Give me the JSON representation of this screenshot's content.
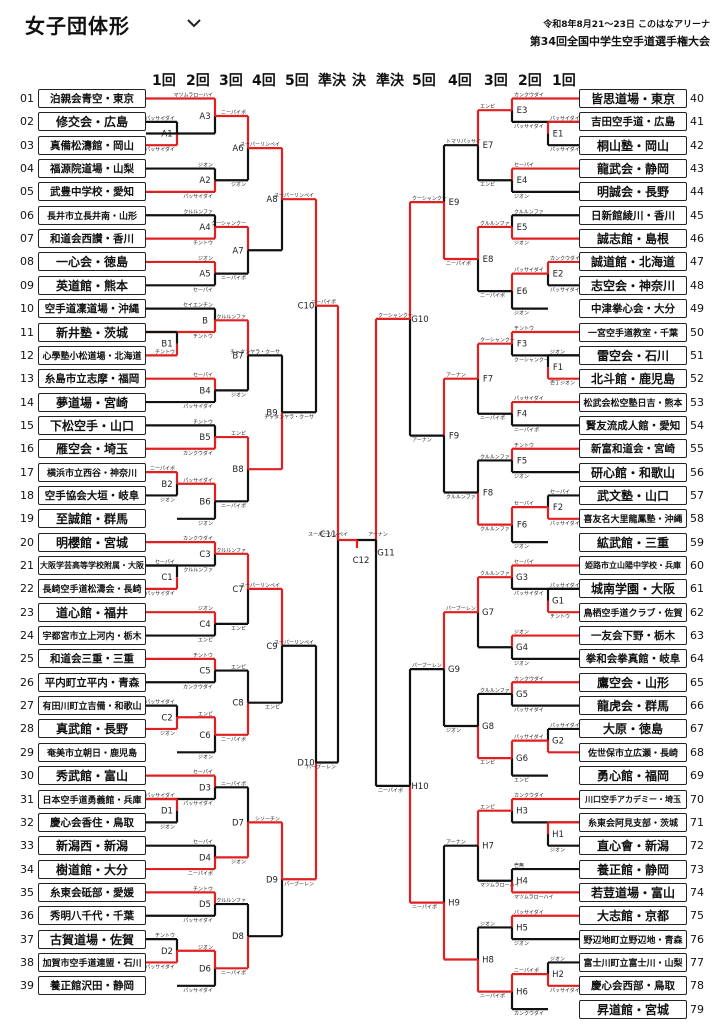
{
  "header": {
    "title": "女子団体形",
    "date": "令和8年8月21〜23日 このはなアリーナ",
    "event": "第34回全国中学生空手道選手権大会",
    "dropdown_icon": "chevron-down-icon"
  },
  "round_labels": {
    "left": [
      "1回",
      "2回",
      "3回",
      "4回",
      "5回",
      "準決"
    ],
    "center": "決",
    "right": [
      "準決",
      "5回",
      "4回",
      "3回",
      "2回",
      "1回"
    ]
  },
  "colors": {
    "win": "#e02020",
    "lose": "#111111"
  },
  "left_teams": [
    {
      "seed": "01",
      "name": "泊親会青空・東京"
    },
    {
      "seed": "02",
      "name": "修交会・広島"
    },
    {
      "seed": "03",
      "name": "真備松濤館・岡山"
    },
    {
      "seed": "04",
      "name": "福源院道場・山梨"
    },
    {
      "seed": "05",
      "name": "武豊中学校・愛知"
    },
    {
      "seed": "06",
      "name": "長井市立長井南・山形"
    },
    {
      "seed": "07",
      "name": "和道会西讃・香川"
    },
    {
      "seed": "08",
      "name": "一心会・徳島"
    },
    {
      "seed": "09",
      "name": "英道館・熊本"
    },
    {
      "seed": "10",
      "name": "空手道凜道場・沖縄"
    },
    {
      "seed": "11",
      "name": "新井塾・茨城"
    },
    {
      "seed": "12",
      "name": "心學塾小松道場・北海道"
    },
    {
      "seed": "13",
      "name": "糸島市立志摩・福岡"
    },
    {
      "seed": "14",
      "name": "夢道場・宮崎"
    },
    {
      "seed": "15",
      "name": "下松空手・山口"
    },
    {
      "seed": "16",
      "name": "雁空会・埼玉"
    },
    {
      "seed": "17",
      "name": "横浜市立西谷・神奈川"
    },
    {
      "seed": "18",
      "name": "空手協会大垣・岐阜"
    },
    {
      "seed": "19",
      "name": "至誠館・群馬"
    },
    {
      "seed": "20",
      "name": "明櫻館・宮城"
    },
    {
      "seed": "21",
      "name": "大阪学芸高等学校附属・大阪"
    },
    {
      "seed": "22",
      "name": "長崎空手道松濤会・長崎"
    },
    {
      "seed": "23",
      "name": "道心館・福井"
    },
    {
      "seed": "24",
      "name": "宇都宮市立上河内・栃木"
    },
    {
      "seed": "25",
      "name": "和道会三重・三重"
    },
    {
      "seed": "26",
      "name": "平内町立平内・青森"
    },
    {
      "seed": "27",
      "name": "有田川町立吉備・和歌山"
    },
    {
      "seed": "28",
      "name": "真武館・長野"
    },
    {
      "seed": "29",
      "name": "奄美市立朝日・鹿児島"
    },
    {
      "seed": "30",
      "name": "秀武館・富山"
    },
    {
      "seed": "31",
      "name": "日本空手道勇義館・兵庫"
    },
    {
      "seed": "32",
      "name": "慶心会香住・鳥取"
    },
    {
      "seed": "33",
      "name": "新潟西・新潟"
    },
    {
      "seed": "34",
      "name": "樹道館・大分"
    },
    {
      "seed": "35",
      "name": "糸東会砥部・愛媛"
    },
    {
      "seed": "36",
      "name": "秀明八千代・千葉"
    },
    {
      "seed": "37",
      "name": "古賀道場・佐賀"
    },
    {
      "seed": "38",
      "name": "加賀市空手道連盟・石川"
    },
    {
      "seed": "39",
      "name": "養正館沢田・静岡"
    }
  ],
  "right_teams": [
    {
      "seed": "40",
      "name": "皆思道場・東京"
    },
    {
      "seed": "41",
      "name": "吉田空手道・広島"
    },
    {
      "seed": "42",
      "name": "桐山塾・岡山"
    },
    {
      "seed": "43",
      "name": "龍武会・静岡"
    },
    {
      "seed": "44",
      "name": "明誠会・長野"
    },
    {
      "seed": "45",
      "name": "日新館綾川・香川"
    },
    {
      "seed": "46",
      "name": "誠志館・島根"
    },
    {
      "seed": "47",
      "name": "誠道館・北海道"
    },
    {
      "seed": "48",
      "name": "志空会・神奈川"
    },
    {
      "seed": "49",
      "name": "中津拳心会・大分"
    },
    {
      "seed": "50",
      "name": "一宮空手道教室・千葉"
    },
    {
      "seed": "51",
      "name": "雷空会・石川"
    },
    {
      "seed": "52",
      "name": "北斗館・鹿児島"
    },
    {
      "seed": "53",
      "name": "松武会松空塾日吉・熊本"
    },
    {
      "seed": "54",
      "name": "賢友流成人館・愛知"
    },
    {
      "seed": "55",
      "name": "新富和道会・宮崎"
    },
    {
      "seed": "56",
      "name": "研心館・和歌山"
    },
    {
      "seed": "57",
      "name": "武文塾・山口"
    },
    {
      "seed": "58",
      "name": "喜友名大里龍鳳塾・沖縄"
    },
    {
      "seed": "59",
      "name": "絋武館・三重"
    },
    {
      "seed": "60",
      "name": "姫路市立山陽中学校・兵庫"
    },
    {
      "seed": "61",
      "name": "城南学園・大阪"
    },
    {
      "seed": "62",
      "name": "鳥栖空手道クラブ・佐賀"
    },
    {
      "seed": "63",
      "name": "一友会下野・栃木"
    },
    {
      "seed": "64",
      "name": "拳和会拳真館・岐阜"
    },
    {
      "seed": "65",
      "name": "鷹空会・山形"
    },
    {
      "seed": "66",
      "name": "龍虎会・群馬"
    },
    {
      "seed": "67",
      "name": "大原・徳島"
    },
    {
      "seed": "68",
      "name": "佐世保市立広瀬・長崎"
    },
    {
      "seed": "69",
      "name": "勇心館・福岡"
    },
    {
      "seed": "70",
      "name": "川口空手アカデミー・埼玉"
    },
    {
      "seed": "71",
      "name": "糸東会阿見支部・茨城"
    },
    {
      "seed": "72",
      "name": "直心會・新潟"
    },
    {
      "seed": "73",
      "name": "養正館・静岡"
    },
    {
      "seed": "74",
      "name": "若荳道場・富山"
    },
    {
      "seed": "75",
      "name": "大志館・京都"
    },
    {
      "seed": "76",
      "name": "野辺地町立野辺地・青森"
    },
    {
      "seed": "77",
      "name": "富士川町立富士川・山梨"
    },
    {
      "seed": "78",
      "name": "慶心会西部・鳥取"
    },
    {
      "seed": "79",
      "name": "昇道館・宮城"
    }
  ],
  "node_labels": {
    "A": [
      "A1",
      "A2",
      "A3",
      "A4",
      "A5",
      "A6",
      "A7",
      "A8"
    ],
    "B": [
      "B",
      "B1",
      "B4",
      "B5",
      "B2",
      "B6",
      "B7",
      "B8",
      "B9"
    ],
    "C": [
      "C1",
      "C3",
      "C4",
      "C5",
      "C7",
      "C6",
      "C8",
      "C9",
      "C10",
      "C11",
      "C12"
    ],
    "D": [
      "D1",
      "D3",
      "D4",
      "D5",
      "D2",
      "D6",
      "D7",
      "D8",
      "D9",
      "D10"
    ],
    "E": [
      "E1",
      "E3",
      "E4",
      "E5",
      "E2",
      "E6",
      "E7",
      "E8",
      "E9"
    ],
    "F": [
      "F1",
      "F3",
      "F4",
      "F5",
      "F2",
      "F6",
      "F7",
      "F8",
      "F9"
    ],
    "G": [
      "G1",
      "G3",
      "G4",
      "G5",
      "G2",
      "G6",
      "G7",
      "G8",
      "G9",
      "G10",
      "G11"
    ],
    "H": [
      "H1",
      "H3",
      "H4",
      "H5",
      "H2",
      "H6",
      "H7",
      "H8",
      "H9",
      "H10"
    ]
  },
  "techniques": {
    "A": [
      "パッサイダイ",
      "パッサイダイ",
      "マツムラローハイ",
      "ジオン",
      "パッサイダイ",
      "ニーパイポ",
      "ジオン",
      "スーパーリンペイ",
      "ニーパイポ",
      "クルルンファ",
      "チントウ",
      "ジオン",
      "セーパイ",
      "パッサイダイ",
      "クーシャンクー"
    ],
    "B": [
      "セイエンチン",
      "チントウ",
      "マツムラローハイ",
      "チントウ",
      "ジオン",
      "セーパイ",
      "パッサイダイ",
      "チャタンヤラ・クーサ",
      "クルルンファ",
      "チントウ",
      "カンクウダイ",
      "エンピ",
      "ニーパイポ",
      "ジオン",
      "ジオン",
      "ニーパイポ",
      "パッサイダイ",
      "ジオン",
      "ジオン"
    ],
    "C": [
      "カンクウダイ",
      "クルルンファ",
      "セーパイ",
      "パッサイダイ",
      "ジオン",
      "エンピ",
      "スーパーリンペイ",
      "チントウ",
      "カンクウダイ",
      "エンピ",
      "パッサイダイ",
      "ジオン",
      "ジオン",
      "ニーパイポ",
      "ニーパイポ",
      "ニーパイポ",
      "スーパーリンペイ"
    ],
    "D": [
      "セーパイ",
      "パッサイダイ",
      "ジオン",
      "セーパイ",
      "ニーパイポ",
      "ジオン",
      "ジオン",
      "ニーパイポ",
      "シソーチン",
      "チントウ",
      "パッサイダイ",
      "ジオン",
      "クルルンファ",
      "ニーパイポ",
      "パッサイダイ",
      "パーブーレン"
    ],
    "E": [
      "エンピ",
      "カンクウダイ",
      "パッサイダイ",
      "セーパイ",
      "ジオン",
      "エンピ",
      "トマリパッサイ",
      "クルルンファ",
      "ジオン",
      "カンクウダイ",
      "パッサイダイ",
      "ニーパイポ",
      "ジオン",
      "ニーパイポ"
    ],
    "F": [
      "チントウ",
      "クーシャンクー",
      "ジオン",
      "ジオン",
      "壱丁ジオン",
      "パッサイダイ",
      "ニーパイポ",
      "クーシャンクー",
      "クルルンファ",
      "アーナン",
      "チントウ",
      "ジオン",
      "セーパイ",
      "パッサイダイ",
      "ジオン"
    ],
    "G": [
      "カンクウダイ",
      "セーパイ",
      "パッサイダイ",
      "チントウ",
      "クルルンファ",
      "パーブーレン",
      "ジオン",
      "カンクウダイ",
      "パッサイダイ",
      "パッサイダイ",
      "エンピ",
      "クルルンファ",
      "アーナン",
      "ジオン"
    ],
    "H": [
      "カンクウダイ",
      "エンピ",
      "ジオン",
      "壱無",
      "マツムラローハイ",
      "パッサイダイ",
      "アーナン",
      "ジオン",
      "ジオン",
      "パッサイダイ",
      "ニーパイポ",
      "カンクウダイ",
      "ニーパイポ"
    ]
  },
  "finals": {
    "center_left_technique": "スーパーリンペイ",
    "center_right_technique": "アーナン",
    "G10_technique": "クーシャンクー",
    "D10_technique": "パーブーレン",
    "H10_technique": "ニーパイポ",
    "C10_technique": "ニーパイポ"
  }
}
